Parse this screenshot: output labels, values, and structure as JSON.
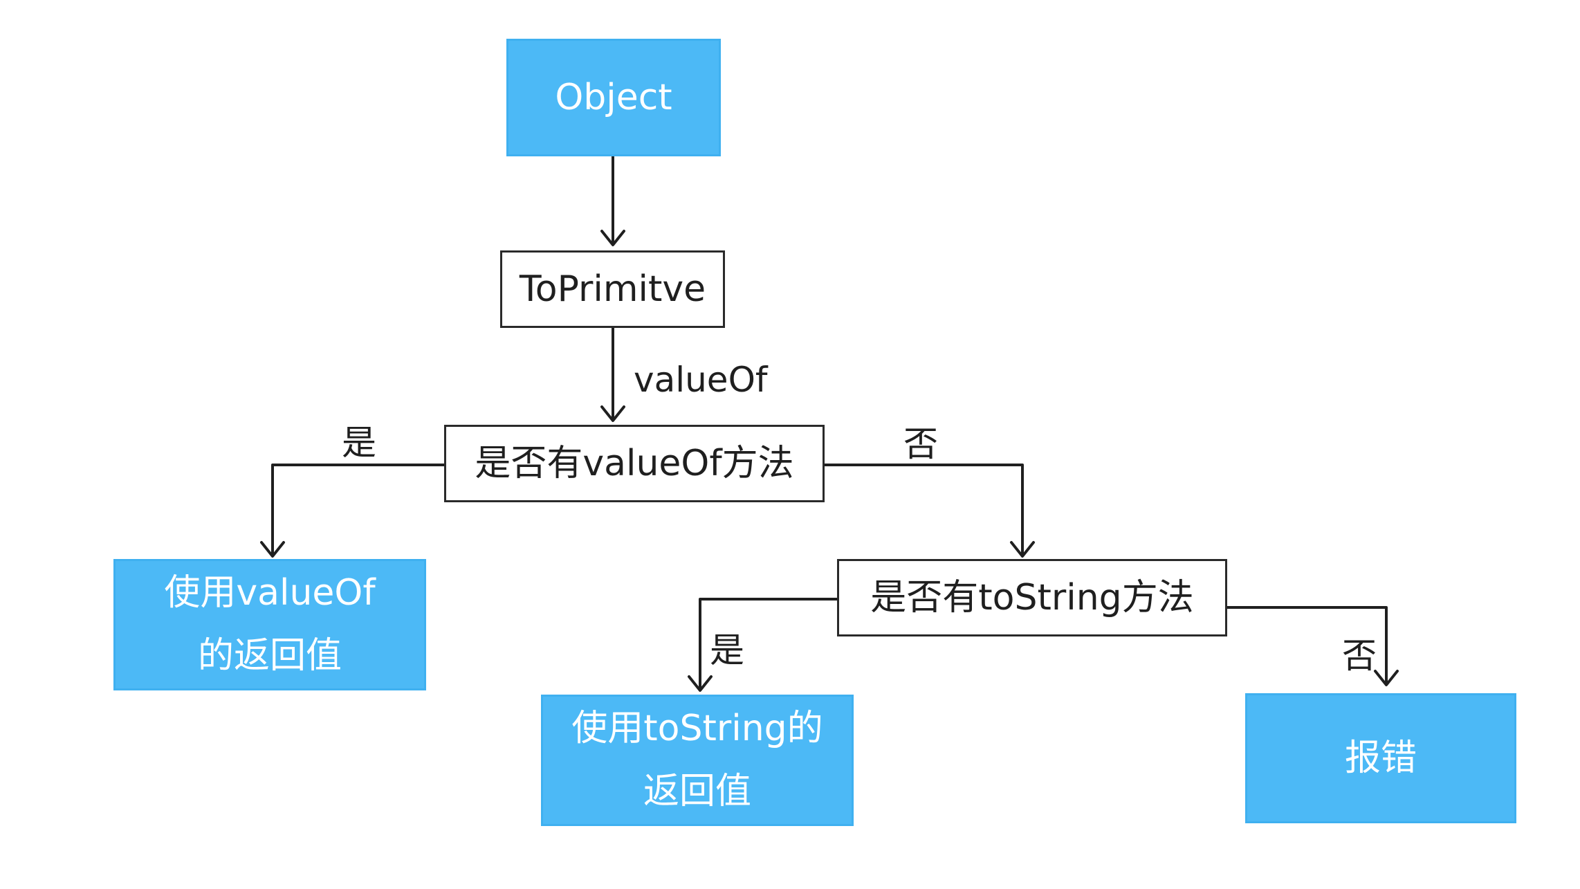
{
  "diagram": {
    "nodes": {
      "object": {
        "label": "Object"
      },
      "to_primitive": {
        "label": "ToPrimitve"
      },
      "has_value_of": {
        "label": "是否有valueOf方法"
      },
      "use_value_of": {
        "line1": "使用valueOf",
        "line2": "的返回值"
      },
      "has_to_string": {
        "label": "是否有toString方法"
      },
      "use_to_string": {
        "line1": "使用toString的",
        "line2": "返回值"
      },
      "error": {
        "label": "报错"
      }
    },
    "edge_labels": {
      "value_of": "valueOf",
      "yes_left": "是",
      "no_right": "否",
      "yes_to_string": "是",
      "no_error": "否"
    }
  },
  "colors": {
    "node_fill": "#4cb9f6",
    "node_text": "#ffffff",
    "stroke": "#1f1f1f",
    "background": "#ffffff"
  }
}
